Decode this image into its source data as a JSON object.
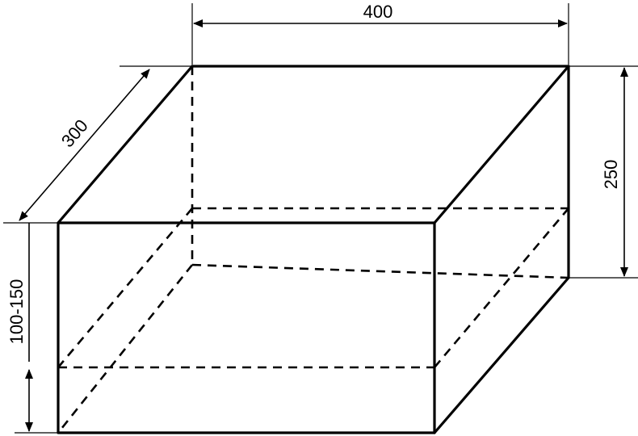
{
  "diagram": {
    "dimensions": {
      "width": "400",
      "depth": "300",
      "height": "250",
      "offset": "100-150"
    },
    "colors": {
      "line": "#000000",
      "background": "#ffffff"
    }
  }
}
